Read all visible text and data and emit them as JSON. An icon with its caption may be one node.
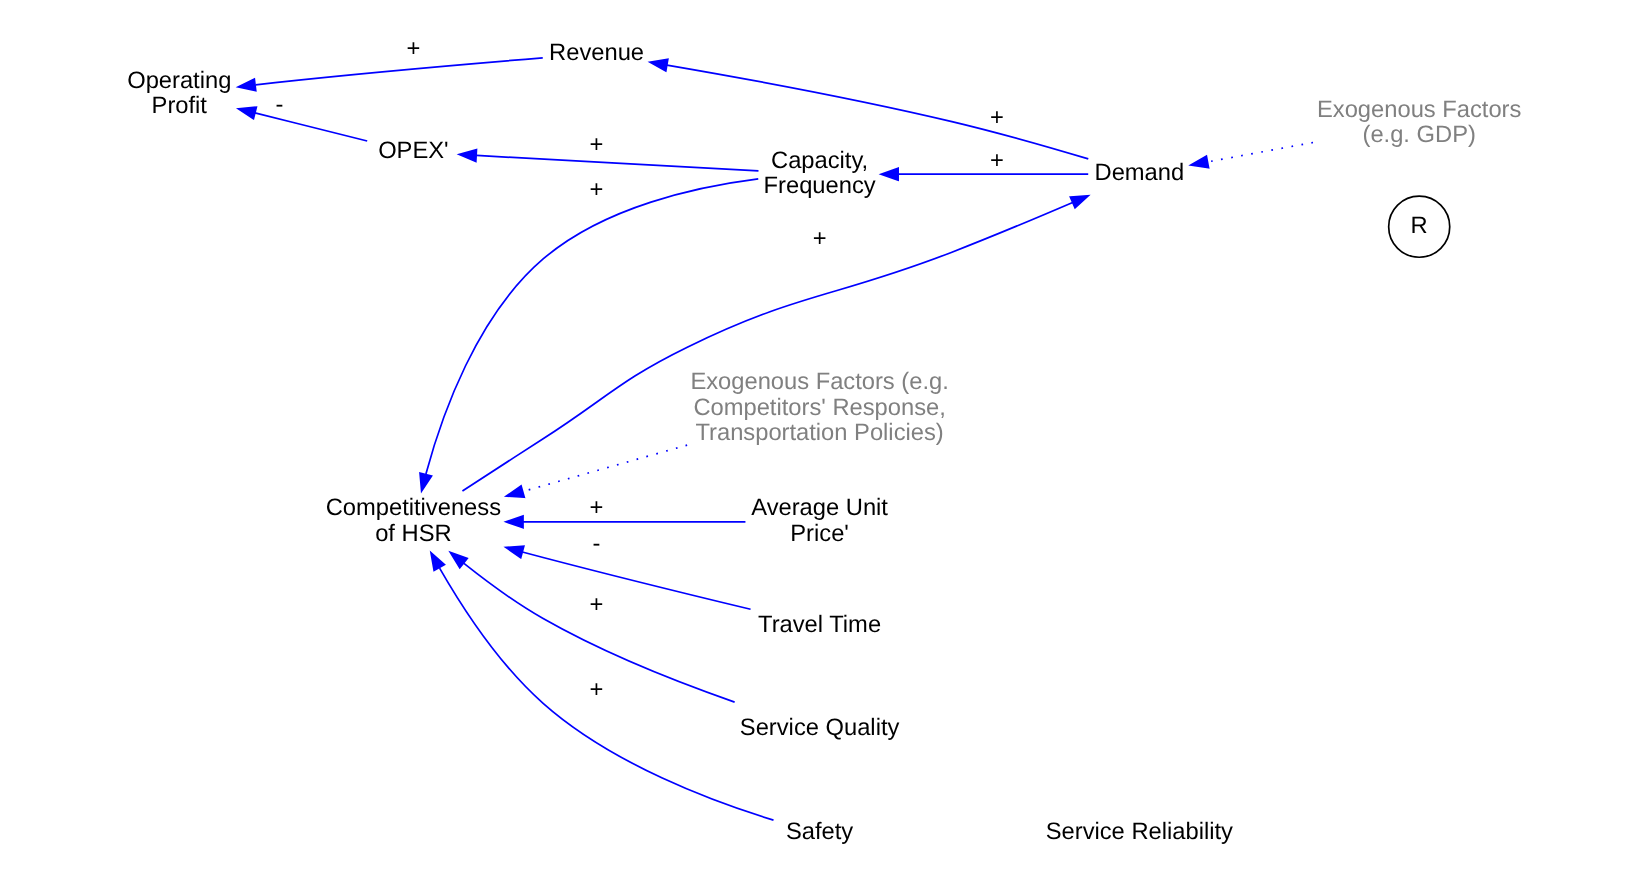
{
  "diagram": {
    "nodes": [
      {
        "text": [
          "Exogenous Factors (e.g. GDP)"
        ]
      },
      {
        "text": [
          "Exogenous Factors (e.g. Competitors' Response, Transportation Policies)"
        ]
      },
      {
        "text": [
          "Revenue"
        ]
      },
      {
        "text": [
          "Demand"
        ]
      },
      {
        "text": [
          "Competitiveness of HSR"
        ]
      },
      {
        "text": [
          "Average Unit Price'"
        ]
      },
      {
        "text": [
          "Travel Time"
        ]
      },
      {
        "text": [
          "Service Quality"
        ]
      },
      {
        "text": [
          "Operating Profit"
        ]
      },
      {
        "text": [
          "Safety"
        ]
      },
      {
        "text": [
          "OPEX'"
        ]
      },
      {
        "text": [
          "Capacity, Frequency"
        ]
      }
    ],
    "edges": [
      {
        "from": 0,
        "to": 3,
        "arrow": "to",
        "style": "dashed"
      },
      {
        "from": 1,
        "to": 4,
        "arrow": "to",
        "style": "dashed"
      },
      {
        "from": 3,
        "to": 2,
        "arrow": "to",
        "label": "+"
      },
      {
        "from": 4,
        "to": 3,
        "arrow": "to",
        "label": "+"
      },
      {
        "from": 5,
        "to": 4,
        "arrow": "to",
        "label": "+"
      },
      {
        "from": 6,
        "to": 4,
        "arrow": "to",
        "label": "-"
      },
      {
        "from": 7,
        "to": 4,
        "arrow": "to",
        "label": "+"
      },
      {
        "from": 9,
        "to": 4,
        "arrow": "to",
        "label": "+"
      },
      {
        "from": 2,
        "to": 8,
        "arrow": "to",
        "label": "+"
      },
      {
        "from": 10,
        "to": 8,
        "arrow": "to",
        "label": "-"
      },
      {
        "from": 3,
        "to": 11,
        "arrow": "to",
        "label": "+"
      },
      {
        "from": 11,
        "to": 10,
        "arrow": "to",
        "label": "+"
      },
      {
        "from": 11,
        "to": 4,
        "arrow": "to",
        "label": "+"
      }
    ],
    "labels": [
      "R",
      "Service Reliability"
    ]
  }
}
